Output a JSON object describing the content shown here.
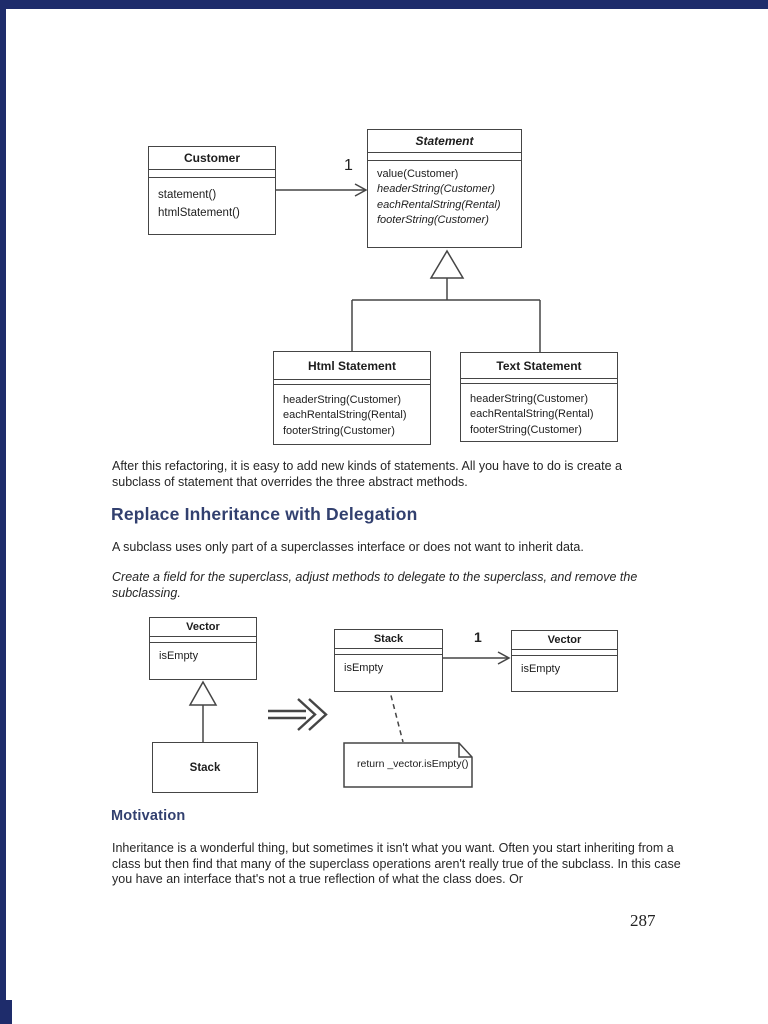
{
  "page": {
    "number": "287"
  },
  "colors": {
    "heading": "#32406f",
    "scan_edge": "#1e2c6b",
    "body_text": "#262626",
    "box_border": "#454545"
  },
  "diagram_statement": {
    "customer": {
      "title": "Customer",
      "methods": [
        "statement()",
        "htmlStatement()"
      ]
    },
    "statement": {
      "title": "Statement",
      "methods": [
        "value(Customer)",
        "headerString(Customer)",
        "eachRentalString(Rental)",
        "footerString(Customer)"
      ]
    },
    "association_label": "1",
    "html_statement": {
      "title": "Html Statement",
      "methods": [
        "headerString(Customer)",
        "eachRentalString(Rental)",
        "footerString(Customer)"
      ]
    },
    "text_statement": {
      "title": "Text Statement",
      "methods": [
        "headerString(Customer)",
        "eachRentalString(Rental)",
        "footerString(Customer)"
      ]
    }
  },
  "text": {
    "para_after": "After this refactoring, it is easy to add new kinds of statements. All you have to do is create a subclass of statement that overrides the three abstract methods.",
    "heading_replace": "Replace Inheritance with Delegation",
    "para_subclass": "A subclass uses only part of a superclasses interface or does not want to inherit data.",
    "para_create_italic": "Create a field for the superclass, adjust methods to delegate to the superclass, and remove the subclassing.",
    "heading_motivation": "Motivation",
    "para_inheritance": "Inheritance is a wonderful thing, but sometimes it isn't what you want. Often you start inheriting from a class but then find that many of the superclass operations aren't really true of the subclass. In this case you have an interface that's not a true reflection of what the class does. Or"
  },
  "diagram_delegation": {
    "vector_left": {
      "title": "Vector",
      "attr": "isEmpty"
    },
    "stack_left": {
      "title": "Stack"
    },
    "stack_right": {
      "title": "Stack",
      "attr": "isEmpty"
    },
    "vector_right": {
      "title": "Vector",
      "attr": "isEmpty"
    },
    "association_label": "1",
    "note": "return _vector.isEmpty()"
  }
}
